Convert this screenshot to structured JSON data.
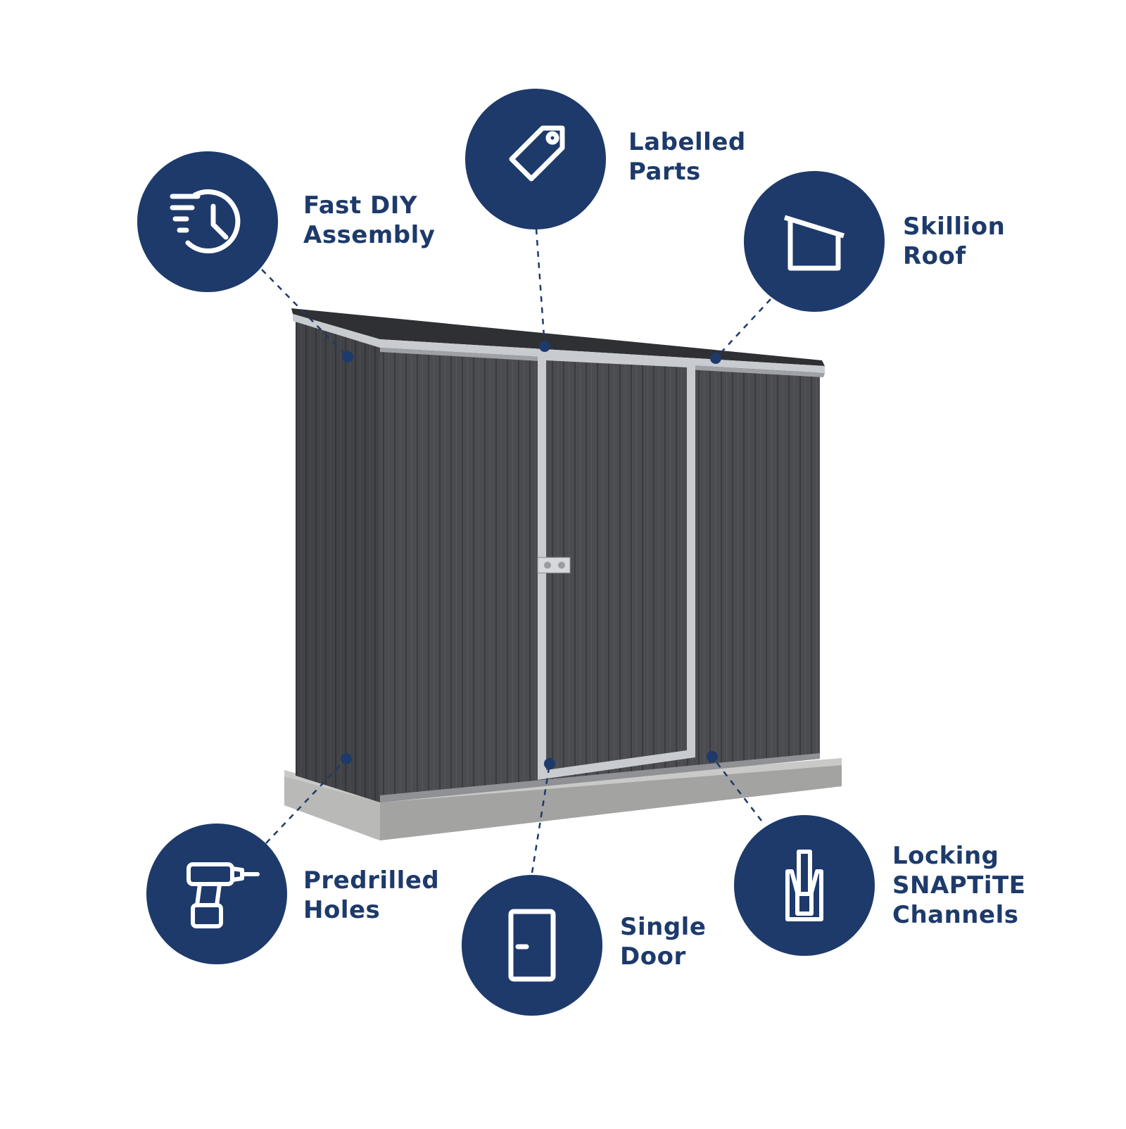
{
  "colors": {
    "navy": "#1d3a6b",
    "shed_body": "#4a4b4f",
    "shed_dark": "#3c3d40",
    "trim": "#c8cbcf",
    "concrete": "#b7b7b5",
    "background": "#ffffff"
  },
  "features": [
    {
      "id": "fast-diy-assembly",
      "icon": "fast-clock-icon",
      "lines": [
        "Fast DIY",
        "Assembly"
      ]
    },
    {
      "id": "labelled-parts",
      "icon": "tag-icon",
      "lines": [
        "Labelled",
        "Parts"
      ]
    },
    {
      "id": "skillion-roof",
      "icon": "skillion-roof-icon",
      "lines": [
        "Skillion",
        "Roof"
      ]
    },
    {
      "id": "predrilled-holes",
      "icon": "drill-icon",
      "lines": [
        "Predrilled",
        "Holes"
      ]
    },
    {
      "id": "single-door",
      "icon": "door-icon",
      "lines": [
        "Single",
        "Door"
      ]
    },
    {
      "id": "locking-snaptite-channels",
      "icon": "channel-icon",
      "lines": [
        "Locking",
        "SNAPTiTE",
        "Channels"
      ]
    }
  ]
}
